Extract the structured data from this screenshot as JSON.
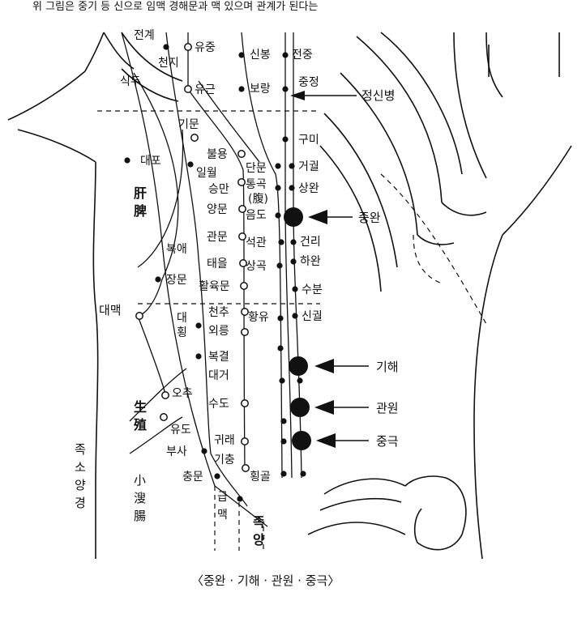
{
  "header_text": "위 그림은 중기 등 신으로 임맥 경해문과 맥 있으며 관계가 된다는",
  "caption": "〈중완 · 기해 · 관원 · 중극〉",
  "points": {
    "jeongye": "전계",
    "yujung": "유중",
    "cheonji": "천지",
    "sindu": "식두",
    "yugeun": "유근",
    "gimun": "기문",
    "daepo": "대포",
    "ilwol": "일월",
    "boreum": "불용",
    "seungman": "승만",
    "yangmun": "양문",
    "gwanmun": "관문",
    "taeeul": "태을",
    "hwalyukmun": "활육문",
    "boge": "복애",
    "jangmun": "장문",
    "daemaek": "대맥",
    "daehoeng": "대\n횡",
    "cheonchu": "천추",
    "oereung": "외릉",
    "bokgyeol": "복결",
    "daegeo": "대거",
    "sudo": "수도",
    "gwirae": "귀래",
    "gichung": "기충",
    "buksa": "부사",
    "chungmun": "충문",
    "ochu": "오추",
    "yudo": "유도",
    "sinbong": "신봉",
    "jeonjung": "전중",
    "borang": "보랑",
    "jungjeong": "중정",
    "gumi": "구미",
    "dangmun": "단문",
    "geogwol": "거궐",
    "tonggok": "통곡",
    "bok": "(腹)",
    "sangwan": "상완",
    "eumdo": "음도",
    "seokgwan": "석관",
    "geolli": "건리",
    "sanggok": "상곡",
    "hawan": "하완",
    "bunbun": "수분",
    "hwangyu": "황유",
    "singwol": "신궐",
    "hoenggol": "횡골"
  },
  "callouts": {
    "jeongsinbyeong": "정신병",
    "jungwan": "중완",
    "gihae": "기해",
    "gwanwon": "관원",
    "junggeuk": "중극"
  },
  "organs": {
    "gan": "肝",
    "bi": "脾",
    "saeng": "生",
    "sik": "殖",
    "so": "小",
    "su": "溲",
    "jang": "腸"
  },
  "vertical_labels": {
    "jokso": "족\n소\n양\n경",
    "geupmaek": "급\n맥",
    "jokyang": "족\n양"
  }
}
